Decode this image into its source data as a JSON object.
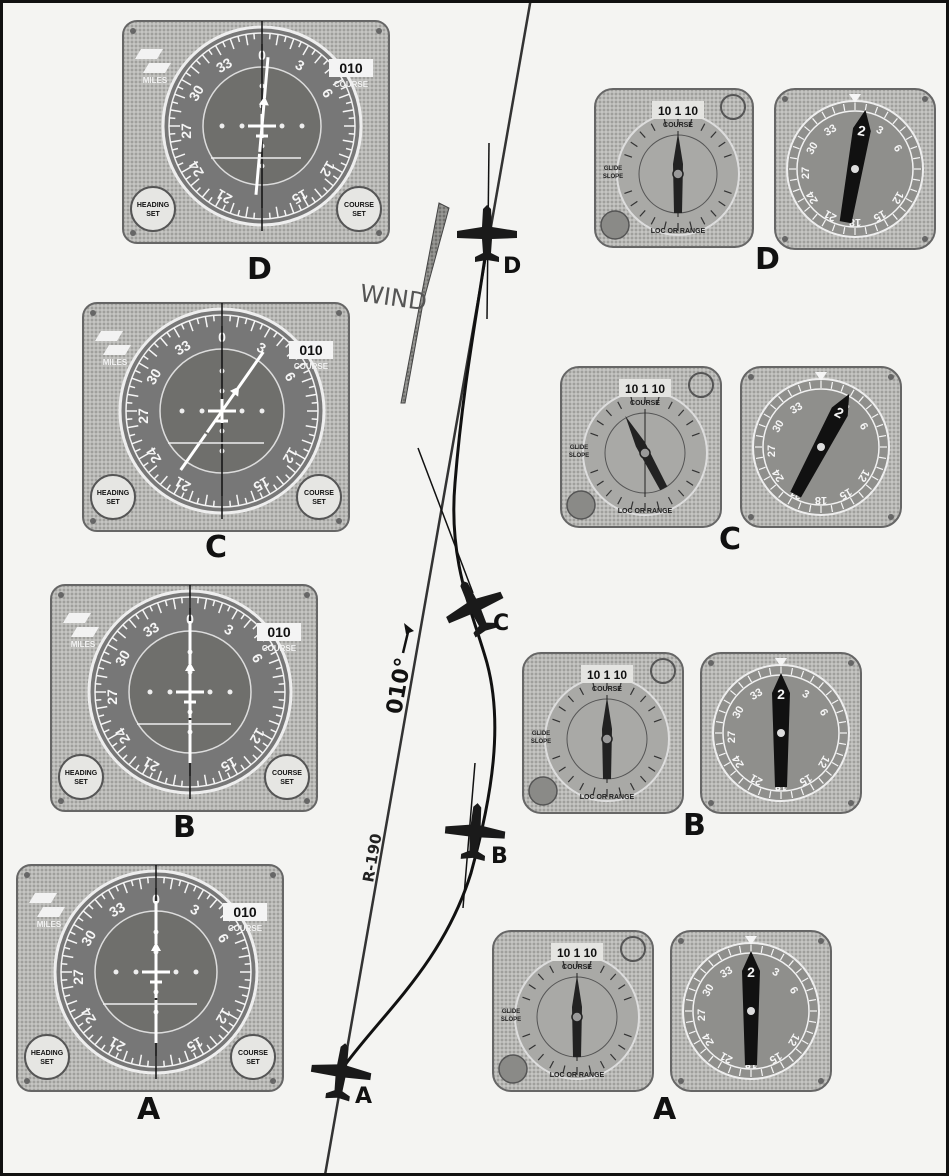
{
  "labels": {
    "position_letters": [
      "A",
      "B",
      "C",
      "D"
    ],
    "radial": "R-190",
    "course_heading": "010°",
    "wind": "WIND"
  },
  "hsi": {
    "heading_set": "HEADING SET",
    "course_set": "COURSE SET",
    "course_readout": "010",
    "course_word": "COURSE",
    "miles_word": "MILES",
    "dial_marks": [
      "0",
      "3",
      "6",
      "12",
      "15",
      "21",
      "24",
      "27",
      "30",
      "33"
    ]
  },
  "cdi": {
    "course_readout": "10 1 10",
    "course_word": "COURSE",
    "glide_slope": "GLIDE SLOPE",
    "loc_or_range": "LOC OR RANGE"
  },
  "rmi": {
    "head_mark": "2",
    "dial_marks": [
      "33",
      "30",
      "27",
      "24",
      "21",
      "18",
      "15",
      "12",
      "6",
      "3"
    ]
  }
}
